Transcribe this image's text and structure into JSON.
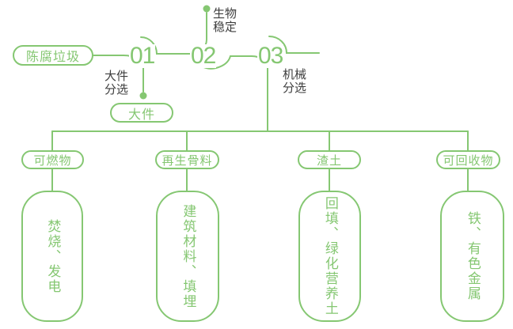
{
  "colors": {
    "accent_green": "#85c772",
    "label_gray": "#3d3d3d",
    "background": "#ffffff"
  },
  "flow": {
    "source": {
      "label": "陈腐垃圾"
    },
    "steps": [
      {
        "number": "01",
        "label_line1": "大件",
        "label_line2": "分选",
        "output_label": "大件"
      },
      {
        "number": "02",
        "label_line1": "生物",
        "label_line2": "稳定"
      },
      {
        "number": "03",
        "label_line1": "机械",
        "label_line2": "分选"
      }
    ]
  },
  "branches": [
    {
      "category": "可燃物",
      "result": "焚烧、发电"
    },
    {
      "category": "再生骨料",
      "result": "建筑材料、填埋"
    },
    {
      "category": "渣土",
      "result": "回填、绿化营养土"
    },
    {
      "category": "可回收物",
      "result": "铁、有色金属"
    }
  ]
}
